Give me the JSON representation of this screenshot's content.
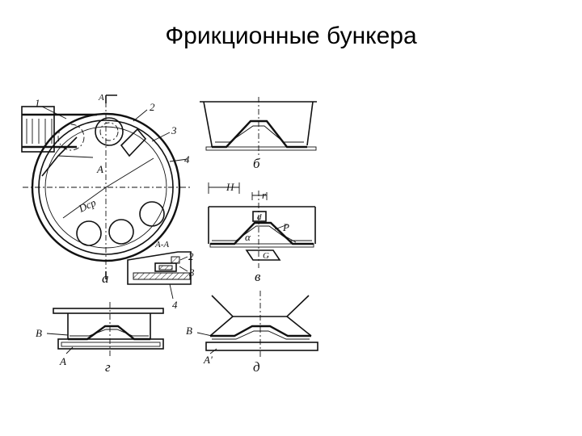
{
  "title": "Фрикционные бункера",
  "labels": {
    "a": {
      "n1": "1",
      "n2": "2",
      "n3": "3",
      "n4": "4",
      "sectionA": "A",
      "dim": "Dср",
      "letter": "а",
      "sectionAA": "А-А",
      "s2": "2",
      "s3": "3",
      "s4": "4"
    },
    "b": {
      "letter": "б"
    },
    "v": {
      "H": "H",
      "r": "r",
      "d": "d",
      "P": "P",
      "alpha": "α",
      "G": "G",
      "letter": "в"
    },
    "g": {
      "B": "В",
      "A": "А",
      "letter": "г"
    },
    "d": {
      "B": "В",
      "A": "А'",
      "letter": "д"
    }
  }
}
